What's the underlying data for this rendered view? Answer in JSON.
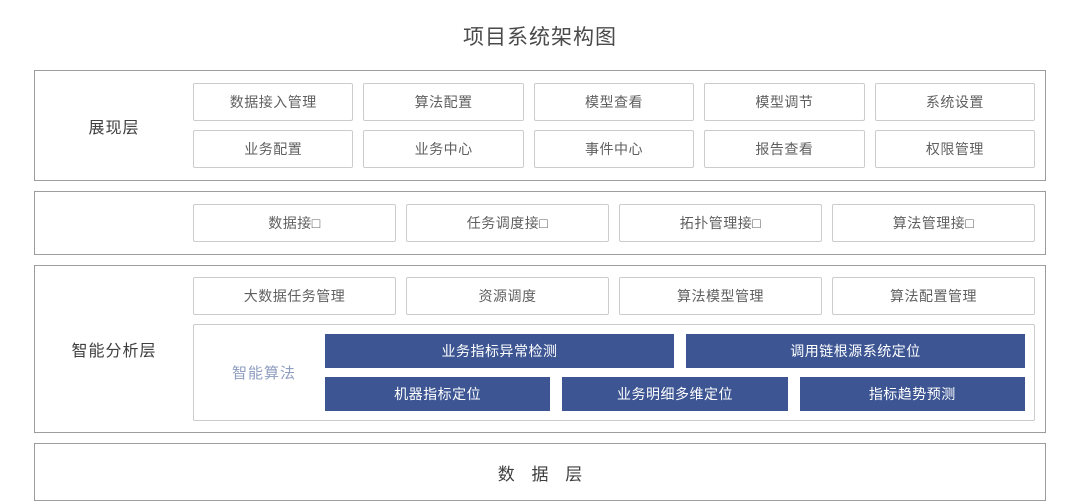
{
  "title": "项目系统架构图",
  "theme": {
    "accent_blue": "#3d5693",
    "algo_label_color": "#8e9dc0",
    "box_border": "#cccccc",
    "layer_border": "#9d9d9d",
    "text_color": "#5f5f5f"
  },
  "layers": [
    {
      "id": "presentation",
      "label": "展现层",
      "rows": [
        [
          "数据接入管理",
          "算法配置",
          "模型查看",
          "模型调节",
          "系统设置"
        ],
        [
          "业务配置",
          "业务中心",
          "事件中心",
          "报告查看",
          "权限管理"
        ]
      ]
    },
    {
      "id": "interface",
      "label": "",
      "rows": [
        [
          "数据接□",
          "任务调度接□",
          "拓扑管理接□",
          "算法管理接□"
        ]
      ]
    },
    {
      "id": "analysis",
      "label": "智能分析层",
      "rows": [
        [
          "大数据任务管理",
          "资源调度",
          "算法模型管理",
          "算法配置管理"
        ]
      ],
      "algorithm_panel": {
        "label": "智能算法",
        "rows": [
          [
            "业务指标异常检测",
            "调用链根源系统定位"
          ],
          [
            "机器指标定位",
            "业务明细多维定位",
            "指标趋势预测"
          ]
        ]
      }
    },
    {
      "id": "data",
      "label": "数 据 层"
    }
  ]
}
